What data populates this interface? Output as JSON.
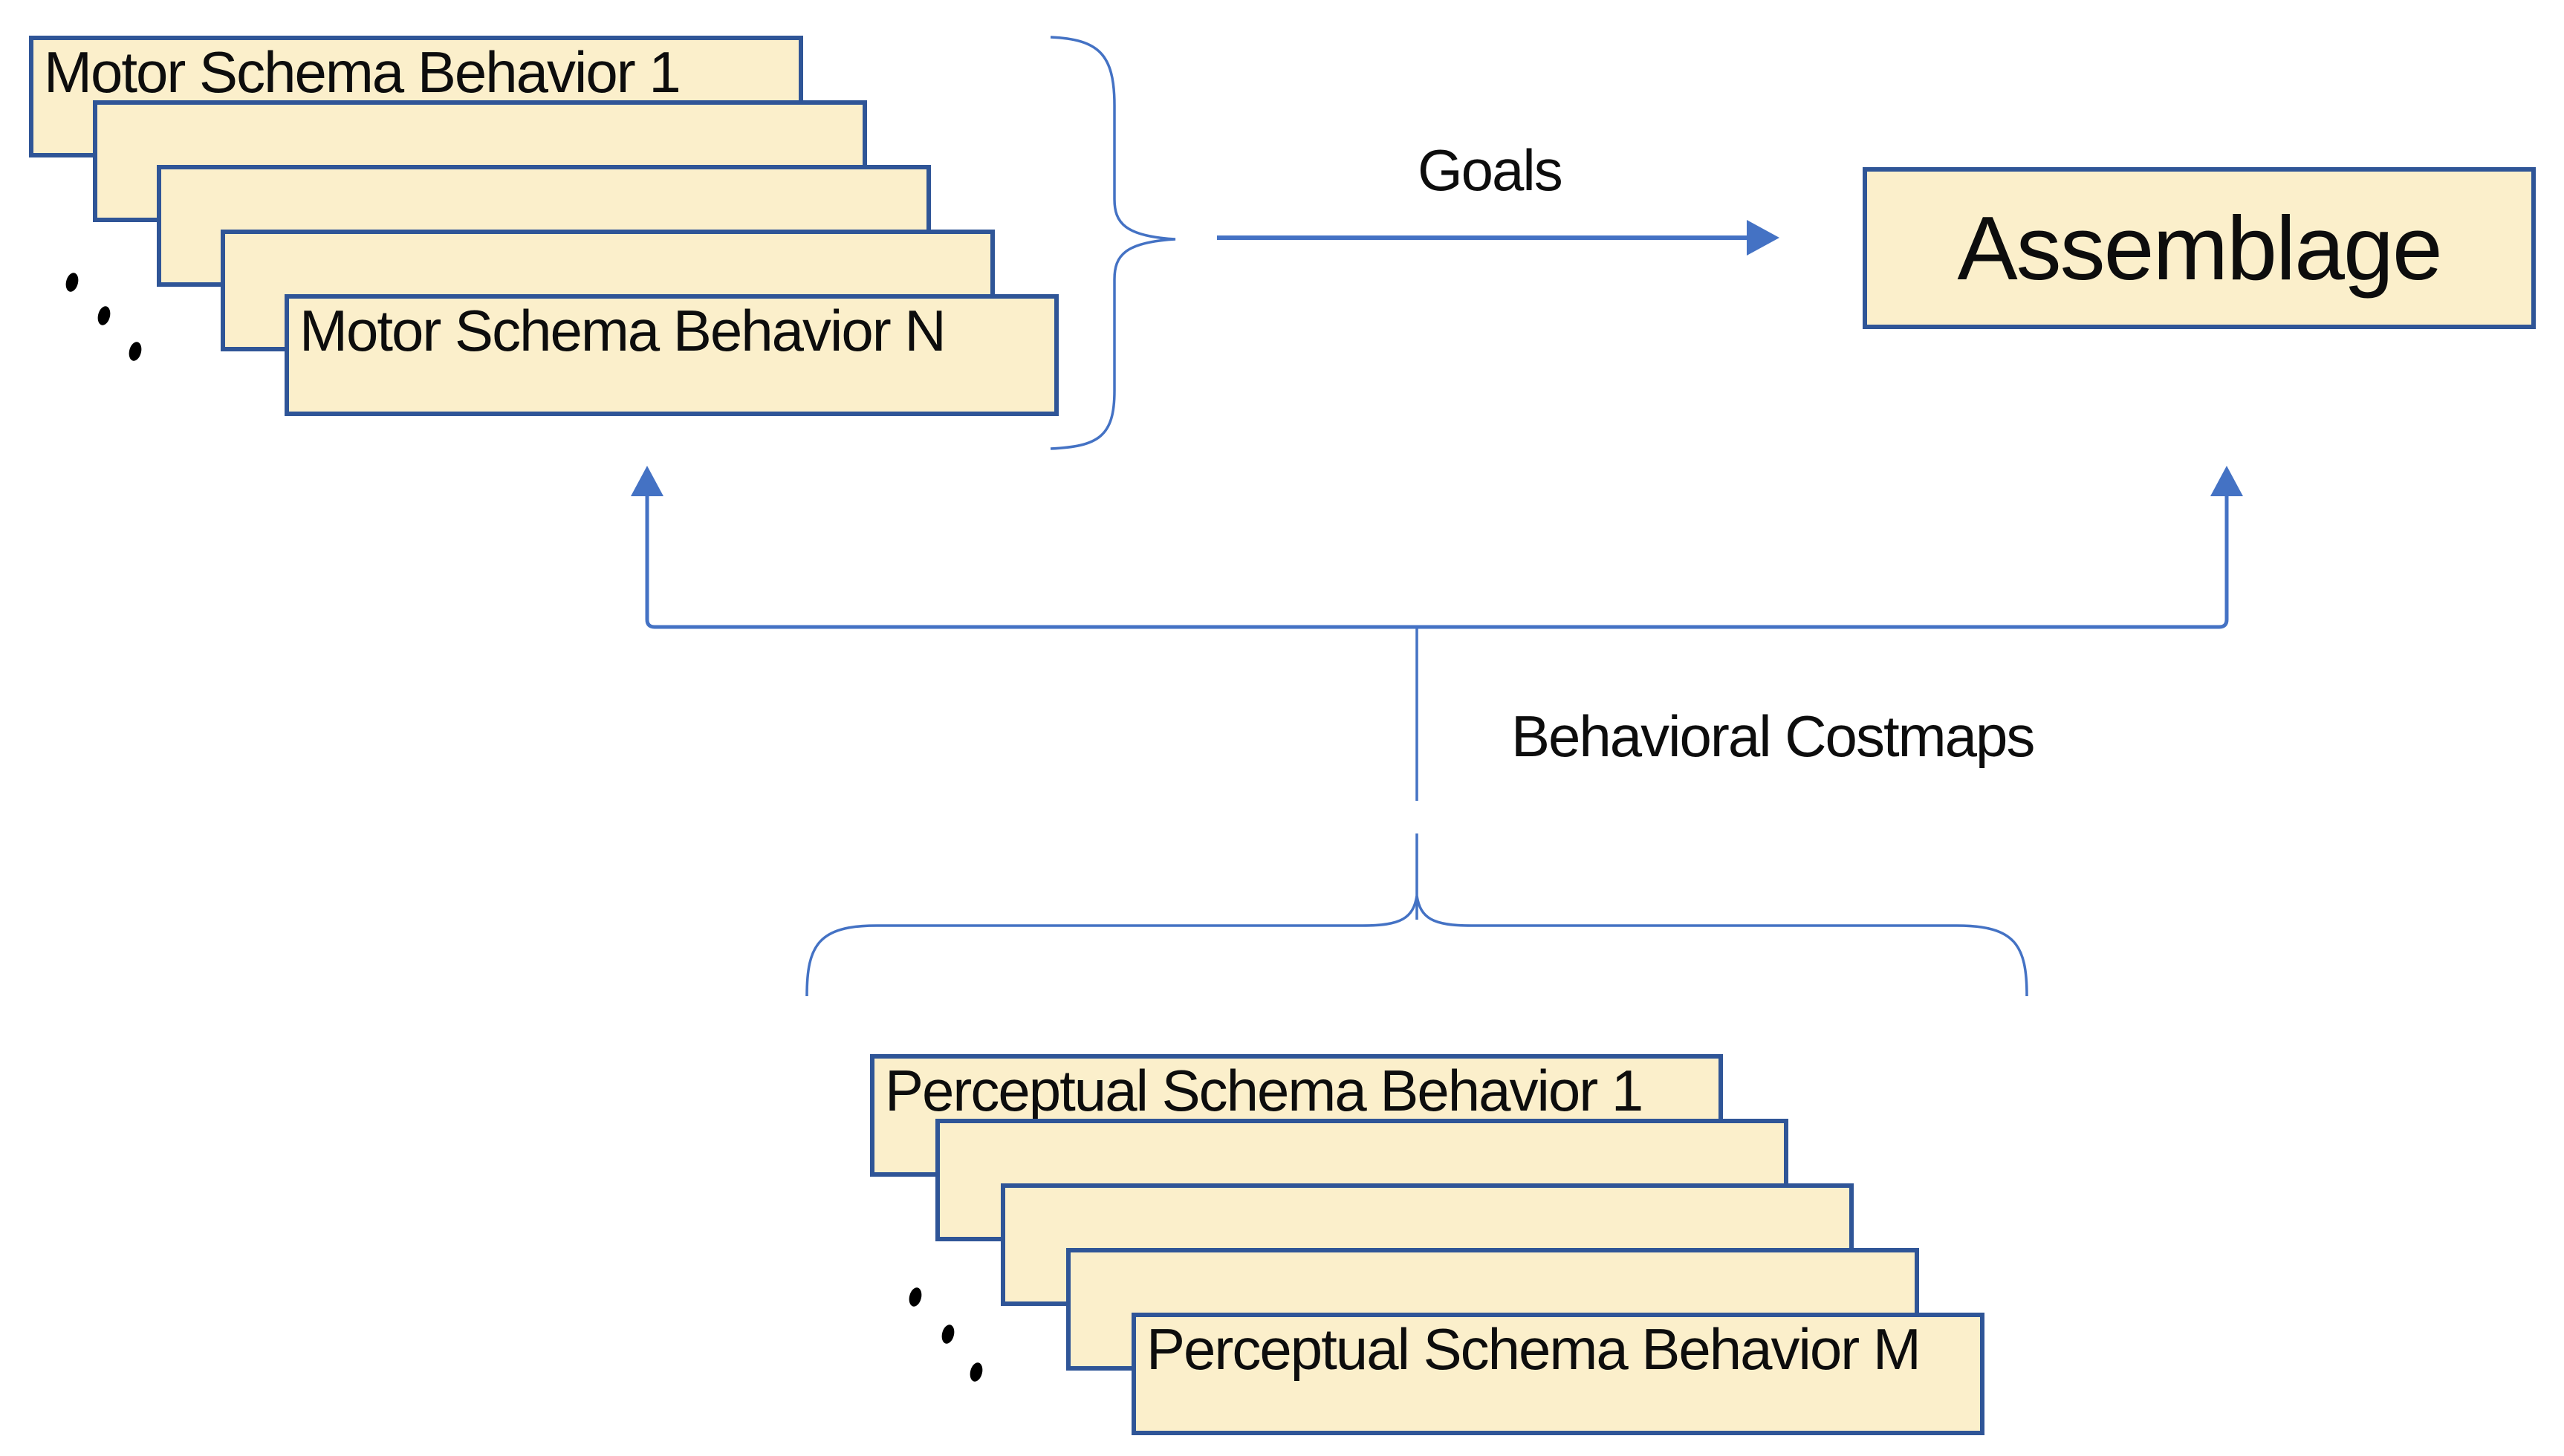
{
  "motor_stack": {
    "boxes": [
      {
        "label": "Motor Schema Behavior 1"
      },
      {
        "label": ""
      },
      {
        "label": ""
      },
      {
        "label": ""
      },
      {
        "label": "Motor Schema Behavior N"
      }
    ]
  },
  "perceptual_stack": {
    "boxes": [
      {
        "label": "Perceptual Schema Behavior 1"
      },
      {
        "label": ""
      },
      {
        "label": ""
      },
      {
        "label": ""
      },
      {
        "label": "Perceptual Schema Behavior M"
      }
    ]
  },
  "assemblage": {
    "label": "Assemblage"
  },
  "edges": {
    "goals_label": "Goals",
    "costmaps_label": "Behavioral Costmaps"
  },
  "icons": {
    "ellipsis": "ellipsis-dots"
  },
  "colors": {
    "box_fill": "#FBEFCB",
    "box_border": "#2F5597",
    "connector_blue": "#4472C4",
    "text": "#0D0D0D",
    "background": "#FFFFFF"
  }
}
